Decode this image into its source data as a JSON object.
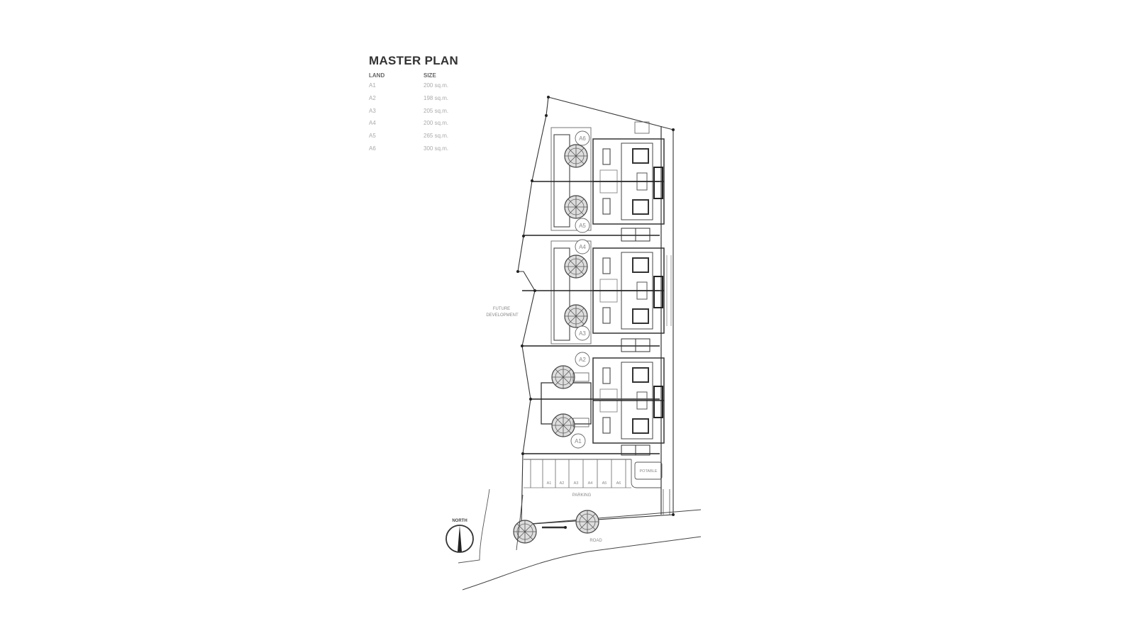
{
  "title": "MASTER PLAN",
  "table": {
    "headers": {
      "land": "LAND",
      "size": "SIZE"
    },
    "rows": [
      {
        "land": "A1",
        "size": "200 sq.m."
      },
      {
        "land": "A2",
        "size": "198 sq.m."
      },
      {
        "land": "A3",
        "size": "205 sq.m."
      },
      {
        "land": "A4",
        "size": "200 sq.m."
      },
      {
        "land": "A5",
        "size": "265 sq.m."
      },
      {
        "land": "A6",
        "size": "300 sq.m."
      }
    ]
  },
  "plan": {
    "units": [
      "A6",
      "A5",
      "A4",
      "A3",
      "A2",
      "A1"
    ],
    "neighbor_label_1": "FUTURE",
    "neighbor_label_2": "DEVELOPMENT",
    "parking_stalls": [
      "A1",
      "A2",
      "A3",
      "A4",
      "A5",
      "A6"
    ],
    "parking_label": "PARKING",
    "utility_label": "POTABLE",
    "road_label": "ROAD",
    "north_label": "NORTH"
  },
  "colors": {
    "line": "#333333",
    "faint": "#999999",
    "tree": "#555555"
  }
}
